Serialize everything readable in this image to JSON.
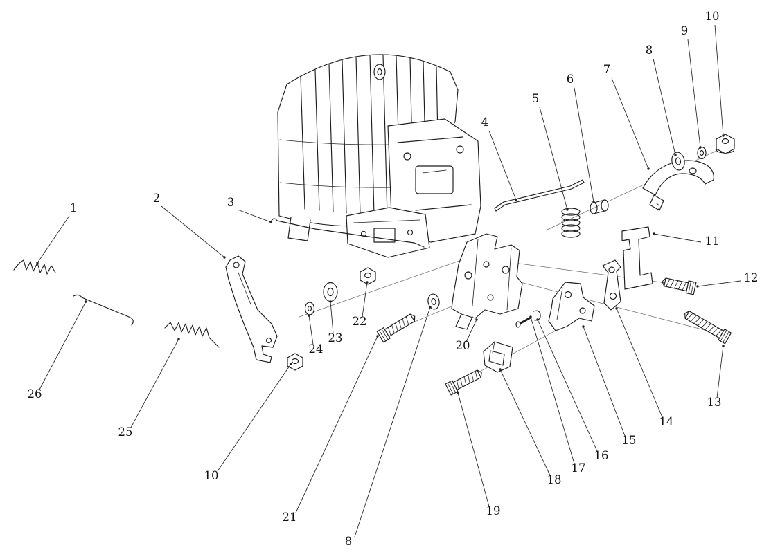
{
  "palette": {
    "ink": "#1c1c1c",
    "leader": "#2a2a2a",
    "background": "#ffffff"
  },
  "diagram": {
    "callouts": [
      {
        "label": "1"
      },
      {
        "label": "2"
      },
      {
        "label": "3"
      },
      {
        "label": "4"
      },
      {
        "label": "5"
      },
      {
        "label": "6"
      },
      {
        "label": "7"
      },
      {
        "label": "8"
      },
      {
        "label": "9"
      },
      {
        "label": "10"
      },
      {
        "label": "11"
      },
      {
        "label": "12"
      },
      {
        "label": "13"
      },
      {
        "label": "14"
      },
      {
        "label": "15"
      },
      {
        "label": "16"
      },
      {
        "label": "17"
      },
      {
        "label": "18"
      },
      {
        "label": "19"
      },
      {
        "label": "20"
      },
      {
        "label": "21"
      },
      {
        "label": "22"
      },
      {
        "label": "23"
      },
      {
        "label": "24"
      },
      {
        "label": "25"
      },
      {
        "label": "26"
      },
      {
        "label": "8"
      },
      {
        "label": "10"
      }
    ]
  }
}
